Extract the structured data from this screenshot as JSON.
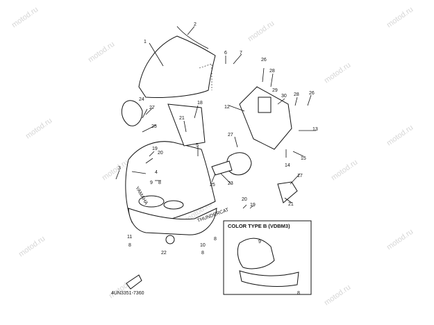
{
  "watermark": "motod.ru",
  "part_number_labels": [
    "1",
    "2",
    "3",
    "4",
    "5",
    "6",
    "7",
    "8",
    "9",
    "10",
    "11",
    "12",
    "13",
    "14",
    "15",
    "17",
    "18",
    "19",
    "20",
    "21",
    "22",
    "23",
    "24",
    "25",
    "26",
    "27",
    "28",
    "29",
    "30"
  ],
  "inset": {
    "title": "COLOR TYPE B (VDBM3)"
  },
  "brand_text": "YAMAHA",
  "model_text": "THUNDERCAT",
  "footer_code": "4UN3351-7360"
}
